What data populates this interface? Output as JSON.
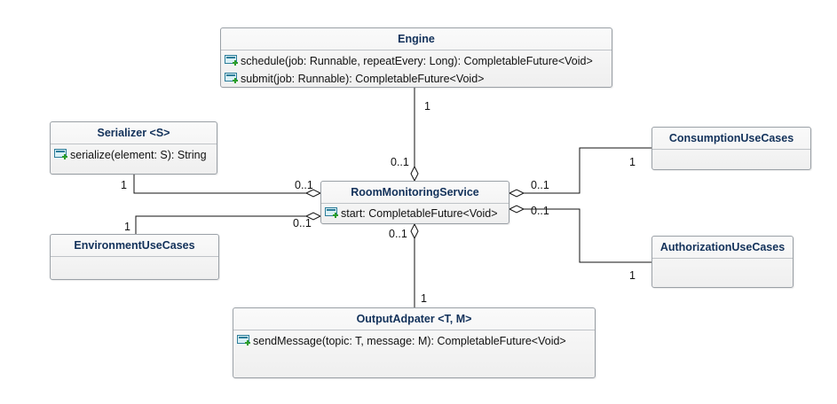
{
  "colors": {
    "line": "#111111",
    "class_border": "#9aa0a6",
    "class_name": "#12315a"
  },
  "classes": {
    "engine": {
      "name": "Engine",
      "operations": [
        "schedule(job: Runnable, repeatEvery: Long): CompletableFuture<Void>",
        "submit(job: Runnable): CompletableFuture<Void>"
      ]
    },
    "serializer": {
      "name": "Serializer <S>",
      "operations": [
        "serialize(element: S): String"
      ]
    },
    "room": {
      "name": "RoomMonitoringService",
      "operations": [
        "start: CompletableFuture<Void>"
      ]
    },
    "consumption": {
      "name": "ConsumptionUseCases",
      "operations": []
    },
    "environment": {
      "name": "EnvironmentUseCases",
      "operations": []
    },
    "authorization": {
      "name": "AuthorizationUseCases",
      "operations": []
    },
    "output": {
      "name": "OutputAdpater <T, M>",
      "operations": [
        "sendMessage(topic: T, message: M): CompletableFuture<Void>"
      ]
    }
  },
  "multiplicities": {
    "engine_end": "1",
    "engine_room_end": "0..1",
    "serializer_end": "1",
    "serializer_room_end": "0..1",
    "environment_end": "1",
    "environment_room_end": "0..1",
    "consumption_end": "1",
    "consumption_room_end": "0..1",
    "authorization_end": "1",
    "authorization_room_end": "0..1",
    "output_end": "1",
    "output_room_end": "0..1"
  },
  "icons": {
    "operation": "public-operation-icon",
    "aggregation": "aggregation-diamond"
  }
}
